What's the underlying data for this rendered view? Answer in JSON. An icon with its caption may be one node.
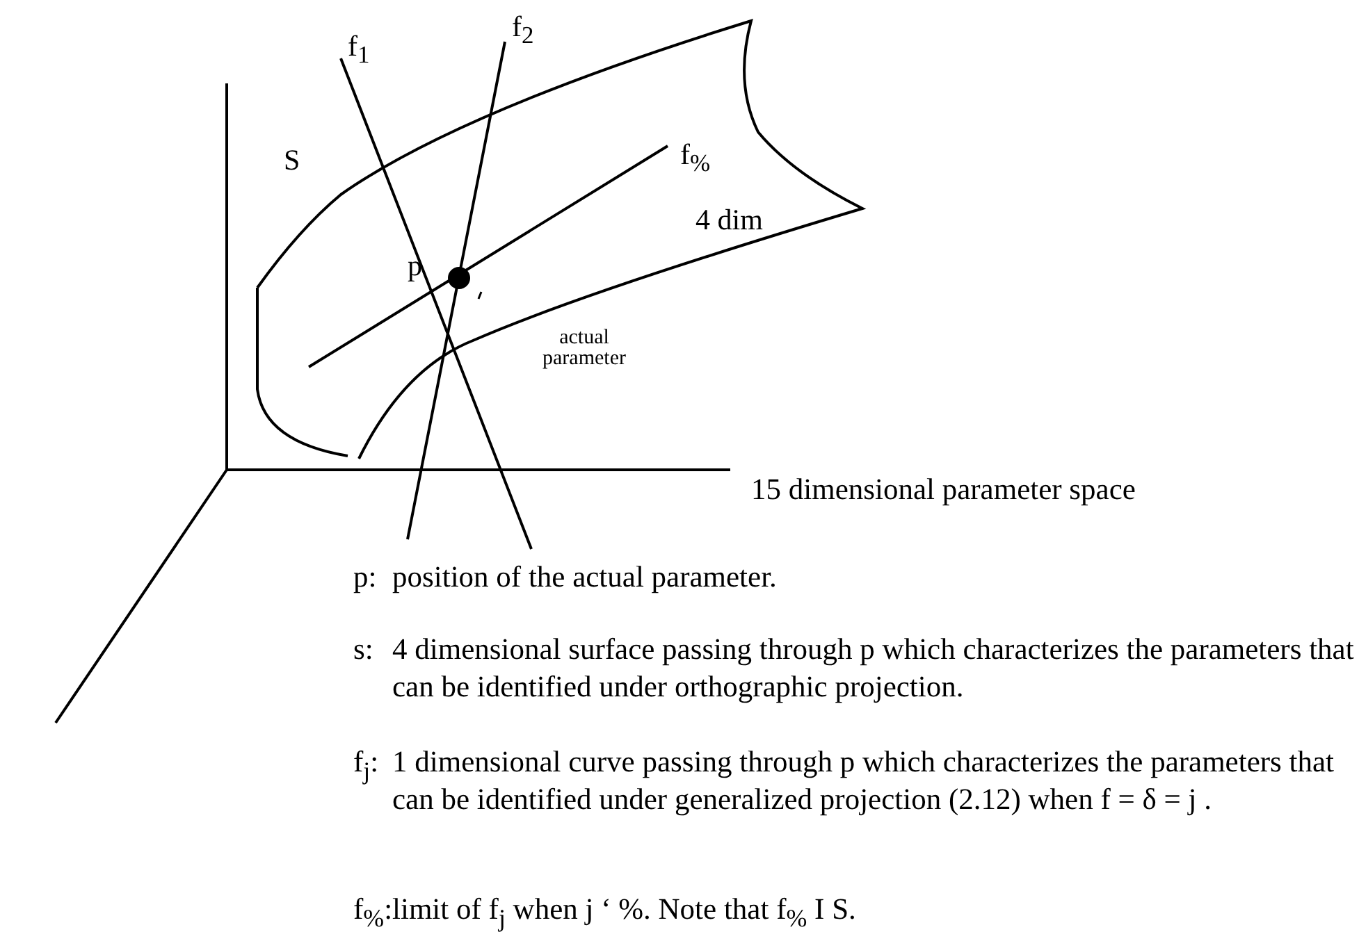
{
  "diagram": {
    "labels": [
      "f$_{1}$",
      "f$_{2}$",
      "S",
      "f$_{%}$",
      "4 dim",
      "p",
      "actual parameter",
      "15 dimensional parameter space",
      "p:",
      "position of the actual parameter.",
      "s:",
      "4 dimensional surface passing through p which characterizes the parameters that can be identified under orthographic projection.",
      "f$_{j}$:",
      "1 dimensional curve passing through p which characterizes the parameters that can be identified under generalized projection (2.12) when  f = δ = j .",
      "f$_{%}$:",
      "limit of  f$_{j}$ when j  ‘ %.  Note that f$_{%}$ I S."
    ]
  }
}
